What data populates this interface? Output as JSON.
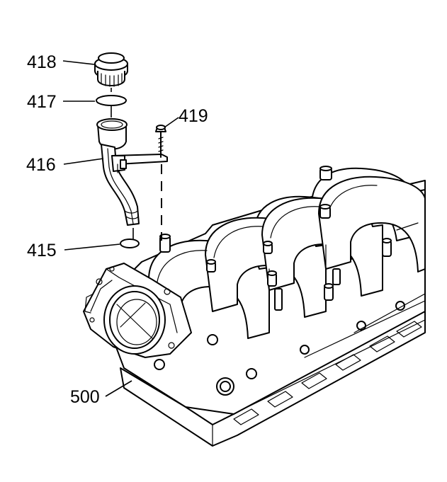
{
  "callouts": {
    "c418": "418",
    "c417": "417",
    "c419": "419",
    "c416": "416",
    "c415": "415",
    "c500": "500"
  },
  "parts": [
    {
      "ref": "418",
      "icon": "oil-fill-cap-icon"
    },
    {
      "ref": "417",
      "icon": "o-ring-seal-icon"
    },
    {
      "ref": "419",
      "icon": "bolt-icon"
    },
    {
      "ref": "416",
      "icon": "oil-fill-tube-icon"
    },
    {
      "ref": "415",
      "icon": "o-ring-seal-icon"
    },
    {
      "ref": "500",
      "icon": "intake-manifold-icon"
    }
  ]
}
